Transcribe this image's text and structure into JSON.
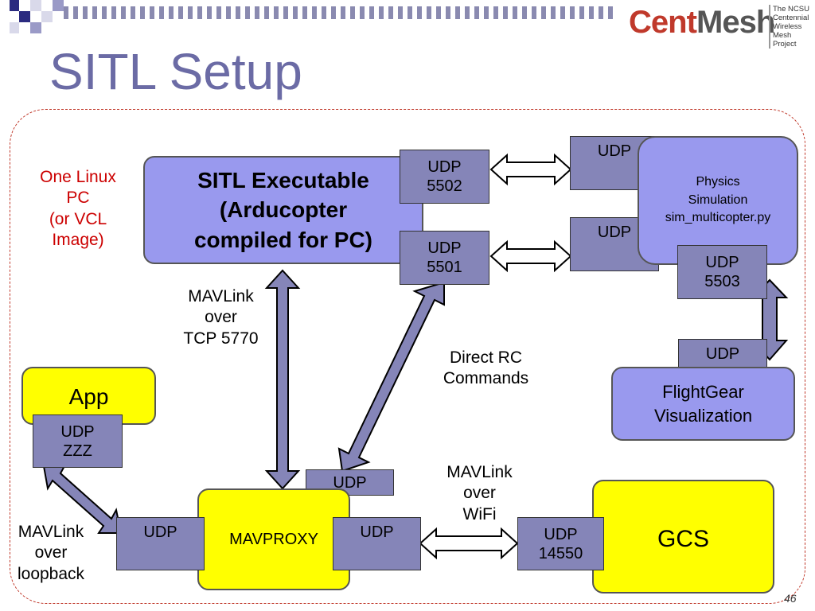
{
  "slide": {
    "title": "SITL Setup",
    "page_number": "46"
  },
  "logo": {
    "part1": "Cent",
    "part2": "Mesh",
    "tagline": [
      "The NCSU",
      "Centennial",
      "Wireless Mesh",
      "Project"
    ]
  },
  "region_label": [
    "One Linux",
    "PC",
    "(or VCL",
    "Image)"
  ],
  "boxes": {
    "sitl": [
      "SITL Executable",
      "(Arducopter",
      "compiled for PC)"
    ],
    "physics": [
      "Physics",
      "Simulation",
      "sim_multicopter.py"
    ],
    "flightgear": [
      "FlightGear",
      "Visualization"
    ],
    "app": "App",
    "mavproxy": "MAVPROXY",
    "gcs": "GCS"
  },
  "ports": {
    "sitl_5502": [
      "UDP",
      "5502"
    ],
    "sitl_5501": [
      "UDP",
      "5501"
    ],
    "phys_top": "UDP",
    "phys_mid": "UDP",
    "phys_5503": [
      "UDP",
      "5503"
    ],
    "fg_udp": "UDP",
    "app_zzz": [
      "UDP",
      "ZZZ"
    ],
    "mav_top": "UDP",
    "mav_left": "UDP",
    "mav_right": "UDP",
    "gcs_14550": [
      "UDP",
      "14550"
    ]
  },
  "labels": {
    "mavlink_tcp": [
      "MAVLink",
      "over",
      "TCP 5770"
    ],
    "direct_rc": [
      "Direct RC",
      "Commands"
    ],
    "mavlink_wifi": [
      "MAVLink",
      "over",
      "WiFi"
    ],
    "mavlink_loopback": [
      "MAVLink",
      "over",
      "loopback"
    ]
  },
  "colors": {
    "lavender": "#9999ee",
    "yellow": "#ffff00",
    "port": "#8585b8",
    "title": "#6b6ba5",
    "region": "#c0392b"
  }
}
